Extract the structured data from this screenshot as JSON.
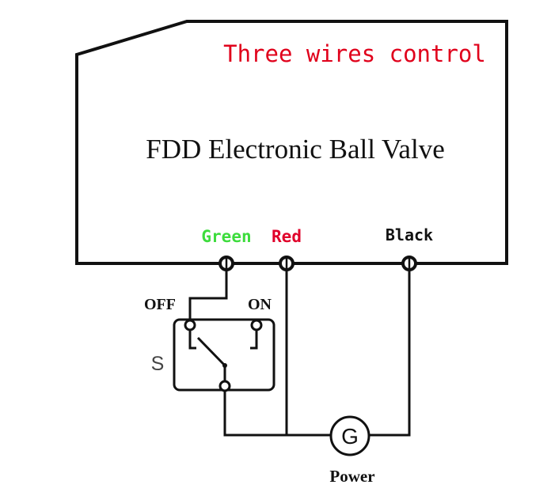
{
  "header_note": "Three wires control",
  "device_title": "FDD Electronic Ball Valve",
  "terminals": {
    "green": "Green",
    "red": "Red",
    "black": "Black"
  },
  "switch": {
    "label": "S",
    "off_label": "OFF",
    "on_label": "ON"
  },
  "power": {
    "symbol": "G",
    "label": "Power"
  },
  "colors": {
    "header_note": "#e0001b",
    "green": "#3ddc3d",
    "red": "#e0002a",
    "ink": "#111111"
  }
}
